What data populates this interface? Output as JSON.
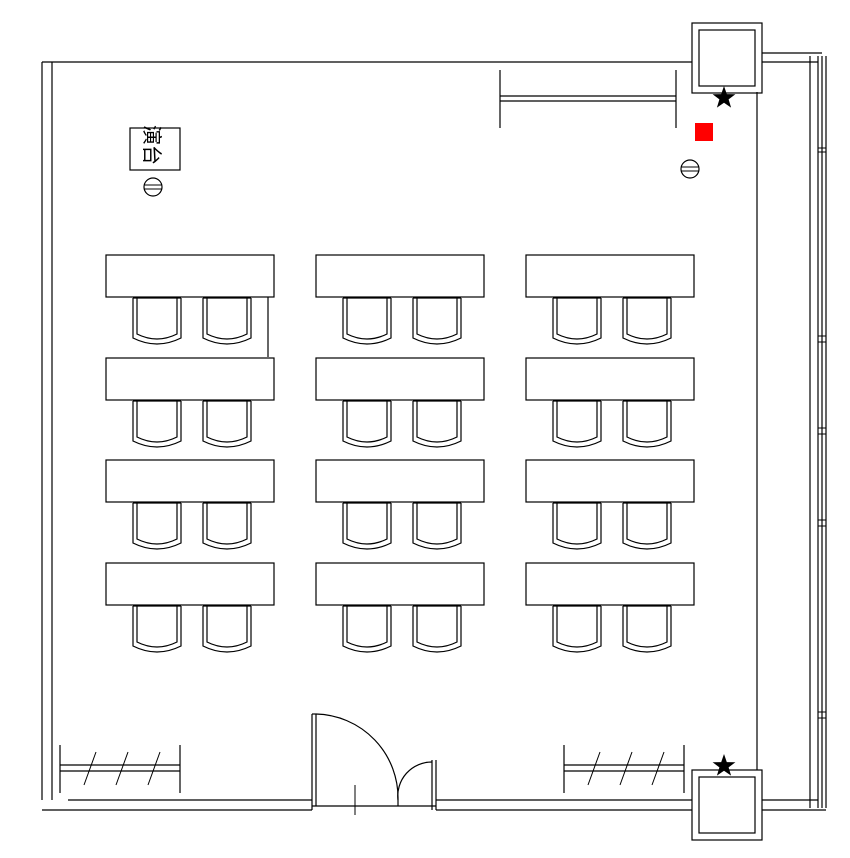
{
  "podium": {
    "label": "演台"
  },
  "layout": {
    "desk_columns": 3,
    "desk_rows": 4,
    "chairs_per_desk": 2
  },
  "colors": {
    "line": "#000000",
    "marker_red": "#ff0000",
    "star": "#000000",
    "background": "#ffffff"
  },
  "markers": {
    "red_square": "red-square-marker",
    "stars": [
      "star-icon",
      "star-icon"
    ],
    "circles": [
      "outlet-circle-icon",
      "outlet-circle-icon"
    ]
  }
}
